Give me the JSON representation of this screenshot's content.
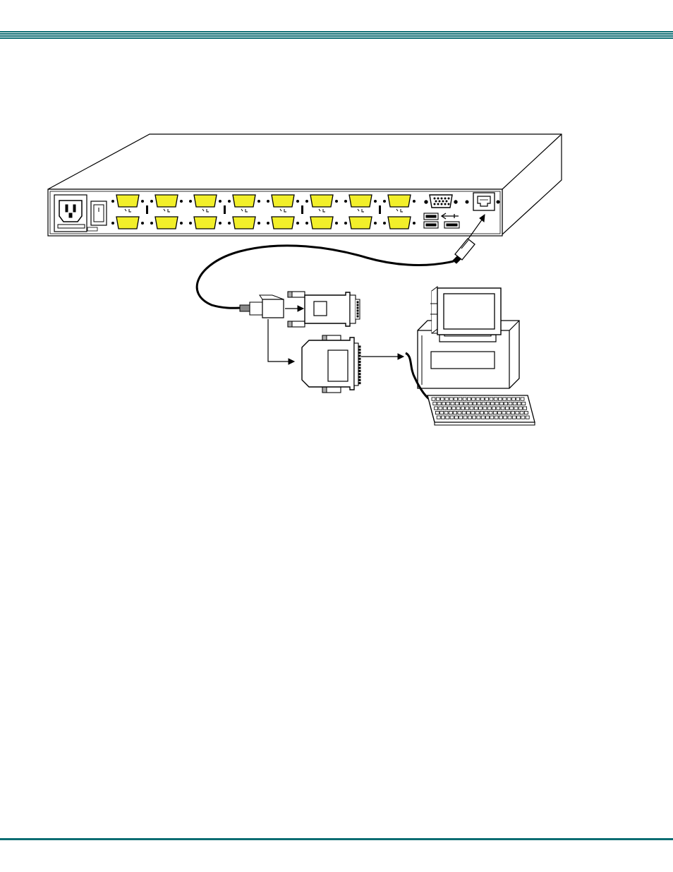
{
  "colors": {
    "rule": "#0c6d73",
    "port_fill": "#f2ef2a",
    "line": "#000000"
  },
  "figure": {
    "kvm_switch": {
      "computer_ports": 16,
      "icons": [
        "power-inlet-icon",
        "power-switch-icon",
        "vga-port-icon",
        "usb-port-icon",
        "rj45-port-icon"
      ]
    },
    "adapters": [
      "db9-adapter",
      "db25-adapter"
    ],
    "terminal": [
      "monitor",
      "computer-case",
      "keyboard"
    ]
  }
}
